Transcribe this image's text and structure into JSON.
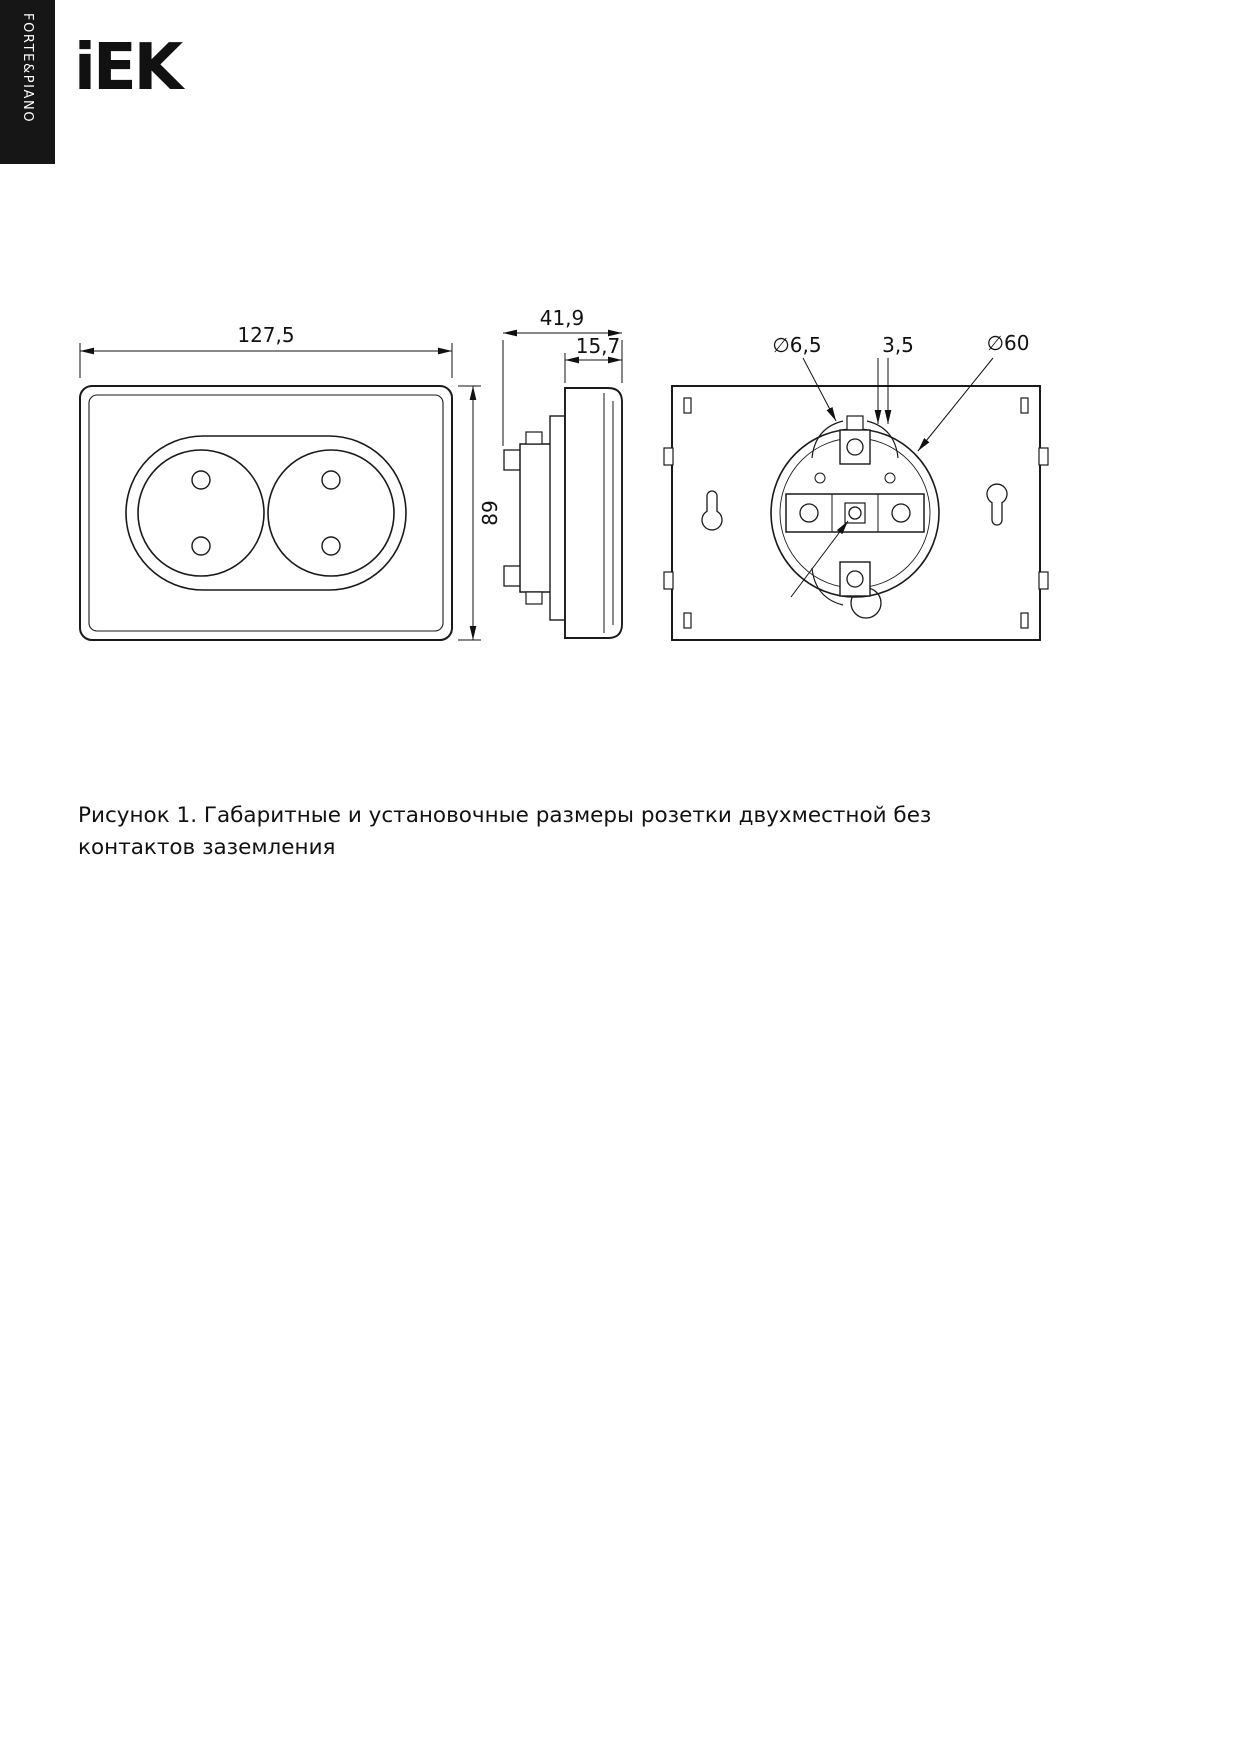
{
  "brand": {
    "logo_text": "iEK",
    "series_vertical": "FORTE&PIANO"
  },
  "dimensions": {
    "front": {
      "width": "127,5",
      "height": "89"
    },
    "side": {
      "total_depth": "41,9",
      "plate_depth": "15,7"
    },
    "back": {
      "screw_hole_dia": "∅6,5",
      "claw_gap": "3,5",
      "box_dia": "∅60"
    }
  },
  "figure": {
    "caption": "Рисунок 1. Габаритные и установочные размеры розетки двухместной без контактов заземления"
  }
}
